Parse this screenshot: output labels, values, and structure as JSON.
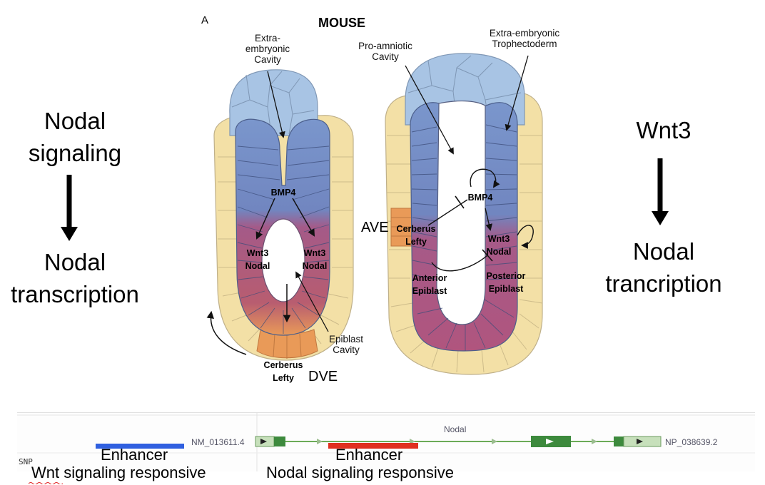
{
  "panel_letter": "A",
  "title": "MOUSE",
  "left_column": {
    "top": [
      "Nodal",
      "signaling"
    ],
    "bottom": [
      "Nodal",
      "transcription"
    ]
  },
  "right_column": {
    "top": "Wnt3",
    "bottom": [
      "Nodal",
      "trancription"
    ]
  },
  "embryo_left": {
    "extra_embryonic_cavity": [
      "Extra-",
      "embryonic",
      "Cavity"
    ],
    "bmp4": "BMP4",
    "wnt3_nodal_left": [
      "Wnt3",
      "Nodal"
    ],
    "wnt3_nodal_right": [
      "Wnt3",
      "Nodal"
    ],
    "epiblast_cavity": [
      "Epiblast",
      "Cavity"
    ],
    "cerberus_lefty": [
      "Cerberus",
      "Lefty"
    ],
    "dve": "DVE"
  },
  "embryo_right": {
    "pro_amniotic_cavity": [
      "Pro-amniotic",
      "Cavity"
    ],
    "extra_embryonic_trophectoderm": [
      "Extra-embryonic",
      "Trophectoderm"
    ],
    "bmp4": "BMP4",
    "ave": "AVE",
    "cerberus_lefty": [
      "Cerberus",
      "Lefty"
    ],
    "wnt3_nodal": [
      "Wnt3",
      "Nodal"
    ],
    "anterior_epiblast": [
      "Anterior",
      "Epiblast"
    ],
    "posterior_epiblast": [
      "Posterior",
      "Epiblast"
    ]
  },
  "genome_browser": {
    "gene_name": "Nodal",
    "transcript_left": "NM_013611.4",
    "transcript_right": "NP_038639.2",
    "track_label": "SNP",
    "enhancer_1": {
      "label": "Enhancer",
      "caption": "Wnt signaling responsive",
      "color": "#3060e0"
    },
    "enhancer_2": {
      "label": "Enhancer",
      "caption": "Nodal signaling responsive",
      "color": "#e03020"
    }
  },
  "colors": {
    "extraembryonic_ectoderm": "#a8c4e4",
    "epiblast_blue": "#6f8fc6",
    "epiblast_purple": "#b0557e",
    "visceral_endoderm": "#f3e0a6",
    "dve_orange": "#e89a5a",
    "gene_green": "#3d8a3d"
  }
}
